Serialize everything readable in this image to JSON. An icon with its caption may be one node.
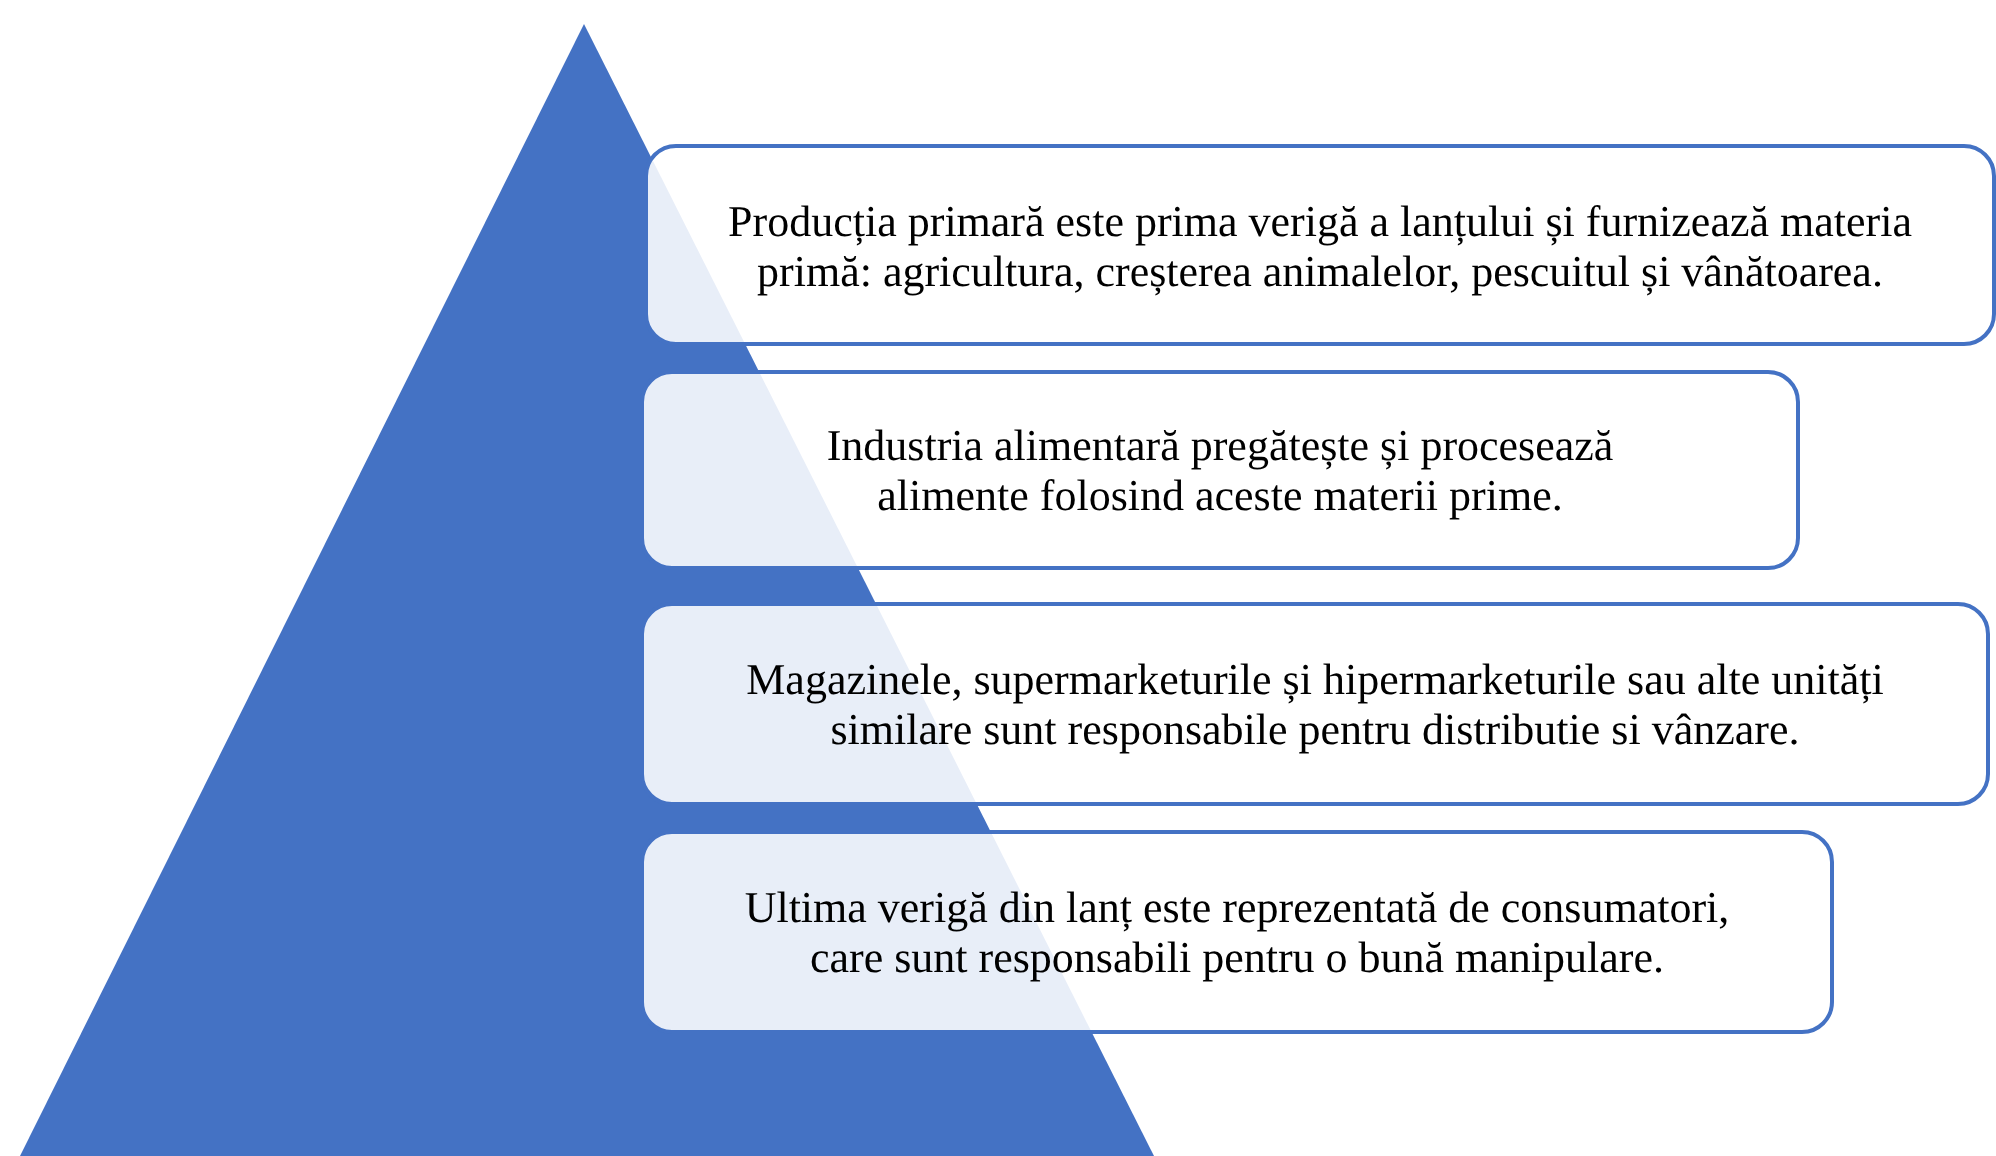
{
  "diagram": {
    "nodes": [
      {
        "text": [
          "Producția primară este prima verigă a lanțului și furnizează materia primă: agricultura, creșterea animalelor, pescuitul și vânătoarea."
        ]
      },
      {
        "text": [
          "Industria alimentară pregătește și procesează alimente folosind aceste materii prime."
        ]
      },
      {
        "text": [
          "Magazinele, supermarketurile și hipermarketurile sau alte unități similare sunt responsabile pentru distributie si vânzare."
        ]
      },
      {
        "text": [
          "Ultima verigă din lanț este reprezentată de consumatori, care sunt responsabili pentru o bună manipulare."
        ]
      }
    ]
  }
}
